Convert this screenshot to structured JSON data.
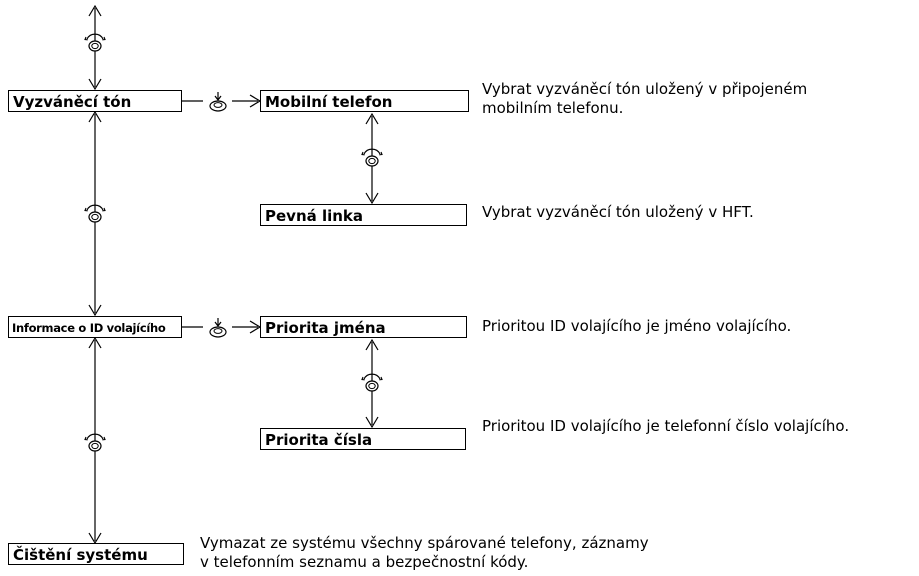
{
  "boxes": {
    "ringtone": "Vyzváněcí tón",
    "mobile_phone": "Mobilní telefon",
    "landline": "Pevná linka",
    "caller_id_info": "Informace o ID volajícího",
    "name_priority": "Priorita jména",
    "number_priority": "Priorita čísla",
    "system_clear": "Čištění systému"
  },
  "descriptions": {
    "mobile_phone_line1": "Vybrat vyzváněcí tón uložený v připojeném",
    "mobile_phone_line2": "mobilním telefonu.",
    "landline": "Vybrat vyzváněcí tón uložený v HFT.",
    "name_priority": "Prioritou ID volajícího je jméno volajícího.",
    "number_priority": "Prioritou ID volajícího je telefonní číslo volajícího.",
    "system_clear_line1": "Vymazat ze systému všechny spárované telefony, záznamy",
    "system_clear_line2": "v telefonním seznamu a bezpečnostní kódy."
  },
  "icons": {
    "rotate": "rotary-knob-icon",
    "press": "push-knob-icon"
  }
}
